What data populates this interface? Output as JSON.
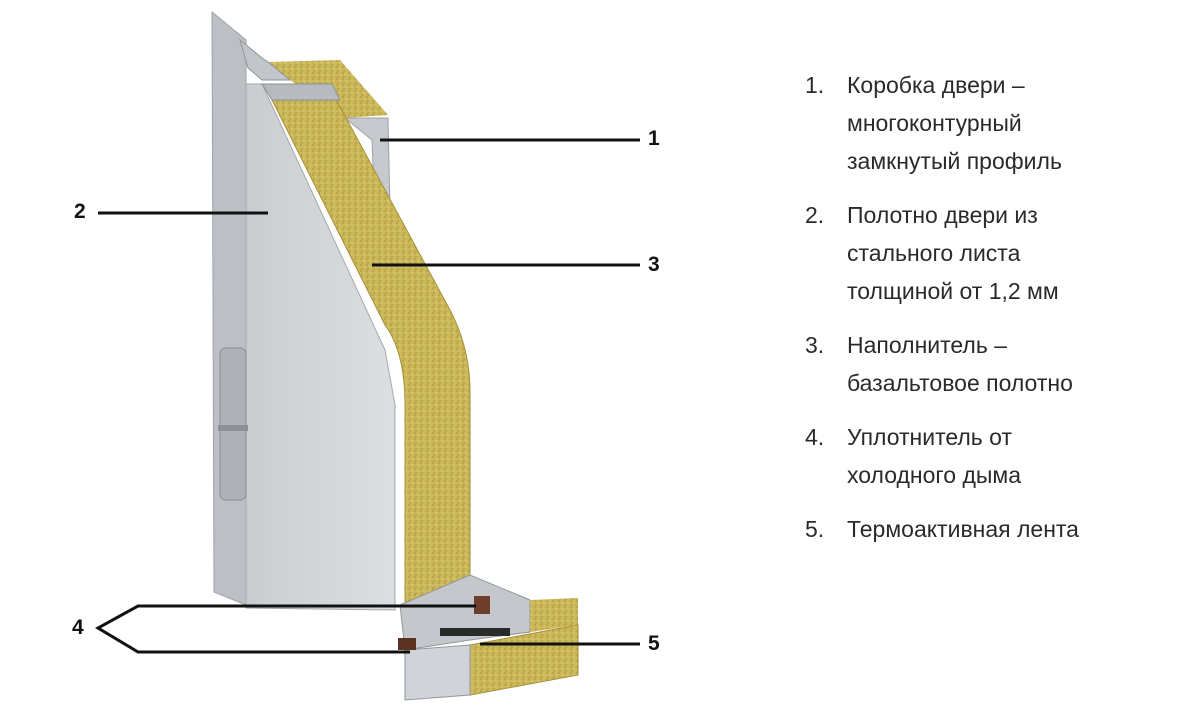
{
  "callouts": [
    "1",
    "2",
    "3",
    "4",
    "5"
  ],
  "legend": [
    {
      "num": "1.",
      "text": "Коробка двери –\nмногоконтурный\nзамкнутый профиль"
    },
    {
      "num": "2.",
      "text": "Полотно двери из\nстального листа\nтолщиной от 1,2 мм"
    },
    {
      "num": "3.",
      "text": "Наполнитель –\nбазальтовое полотно"
    },
    {
      "num": "4.",
      "text": "Уплотнитель от\nхолодного дыма"
    },
    {
      "num": "5.",
      "text": "Термоактивная лента"
    }
  ],
  "colors": {
    "steel": "#d3d6da",
    "steel_dark": "#a9adb2",
    "insulation": "#cdb95a",
    "seal": "#6e3e2c",
    "line": "#111111"
  }
}
